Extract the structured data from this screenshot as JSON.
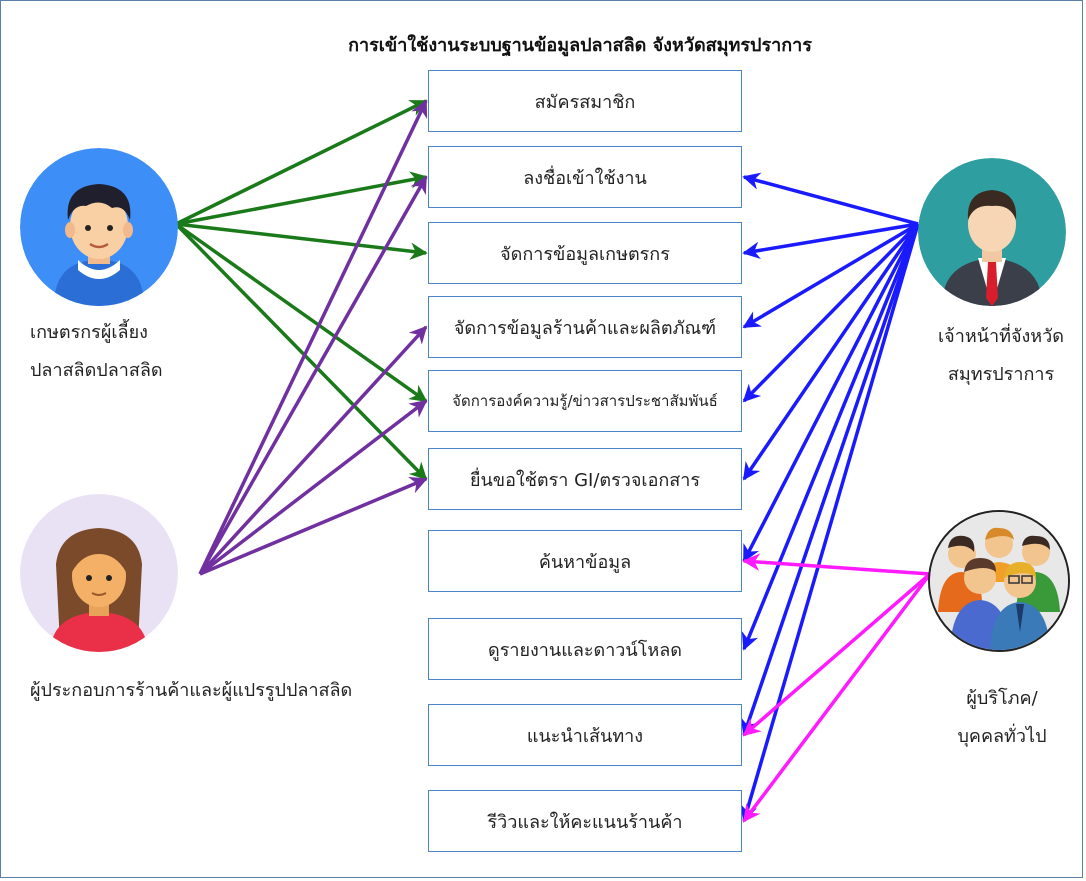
{
  "title": "การเข้าใช้งานระบบฐานข้อมูลปลาสลิด จังหวัดสมุทรปราการ",
  "boxes": [
    "สมัครสมาชิก",
    "ลงชื่อเข้าใช้งาน",
    "จัดการข้อมูลเกษตรกร",
    "จัดการข้อมูลร้านค้าและผลิตภัณฑ์",
    "จัดการองค์ความรู้/ข่าวสารประชาสัมพันธ์",
    "ยื่นขอใช้ตรา GI/ตรวจเอกสาร",
    "ค้นหาข้อมูล",
    "ดูรายงานและดาวน์โหลด",
    "แนะนำเส้นทาง",
    "รีวิวและให้คะแนนร้านค้า"
  ],
  "actors": {
    "farmer": {
      "line1": "เกษตรกรผู้เลี้ยง",
      "line2": "ปลาสลิดปลาสลิด",
      "icon": "farmer-avatar-icon"
    },
    "entrepreneur": {
      "line1": "ผู้ประกอบการร้านค้าและผู้แปรรูปปลาสลิด",
      "icon": "entrepreneur-avatar-icon"
    },
    "officer": {
      "line1": "เจ้าหน้าที่จังหวัด",
      "line2": "สมุทรปราการ",
      "icon": "officer-avatar-icon"
    },
    "consumer": {
      "line1": "ผู้บริโภค/",
      "line2": "บุคคลทั่วไป",
      "icon": "consumer-group-icon"
    }
  },
  "colors": {
    "farmer": "#1a7a1a",
    "entrepreneur": "#7030a0",
    "officer": "#1a1aff",
    "consumer": "#ff1aff",
    "box_border": "#4a86c5"
  },
  "connections": {
    "farmer": [
      0,
      1,
      2,
      4,
      5
    ],
    "entrepreneur": [
      0,
      1,
      3,
      4,
      5
    ],
    "officer": [
      1,
      2,
      3,
      4,
      5,
      6,
      7,
      8,
      9
    ],
    "consumer": [
      6,
      8,
      9
    ]
  }
}
